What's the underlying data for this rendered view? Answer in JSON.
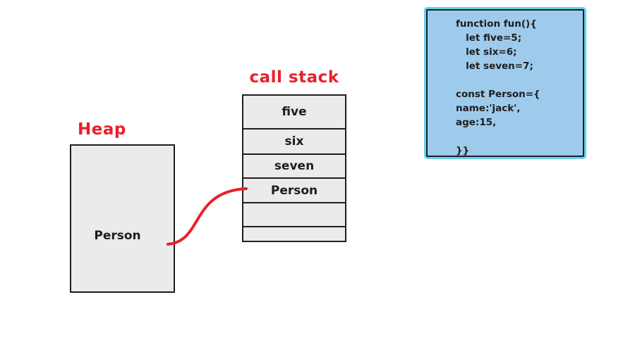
{
  "heap": {
    "title": "Heap",
    "label": "Person"
  },
  "call_stack": {
    "title": "call stack",
    "rows": [
      {
        "label": "five"
      },
      {
        "label": "six"
      },
      {
        "label": "seven"
      },
      {
        "label": "Person"
      },
      {
        "label": ""
      },
      {
        "label": ""
      }
    ]
  },
  "code_card": {
    "lines": [
      "function fun(){",
      "   let five=5;",
      "   let six=6;",
      "   let seven=7;",
      "",
      "const Person={",
      "name:'jack',",
      "age:15,",
      "",
      "}}"
    ]
  },
  "colors": {
    "red": "#e8202a",
    "box_fill": "#ebebeb",
    "box_border": "#1e1e1e",
    "code_fill": "#9ecaec",
    "code_outer_border": "#63d1f4",
    "text": "#1d1d1d",
    "canvas_bg": "#ffffff"
  }
}
